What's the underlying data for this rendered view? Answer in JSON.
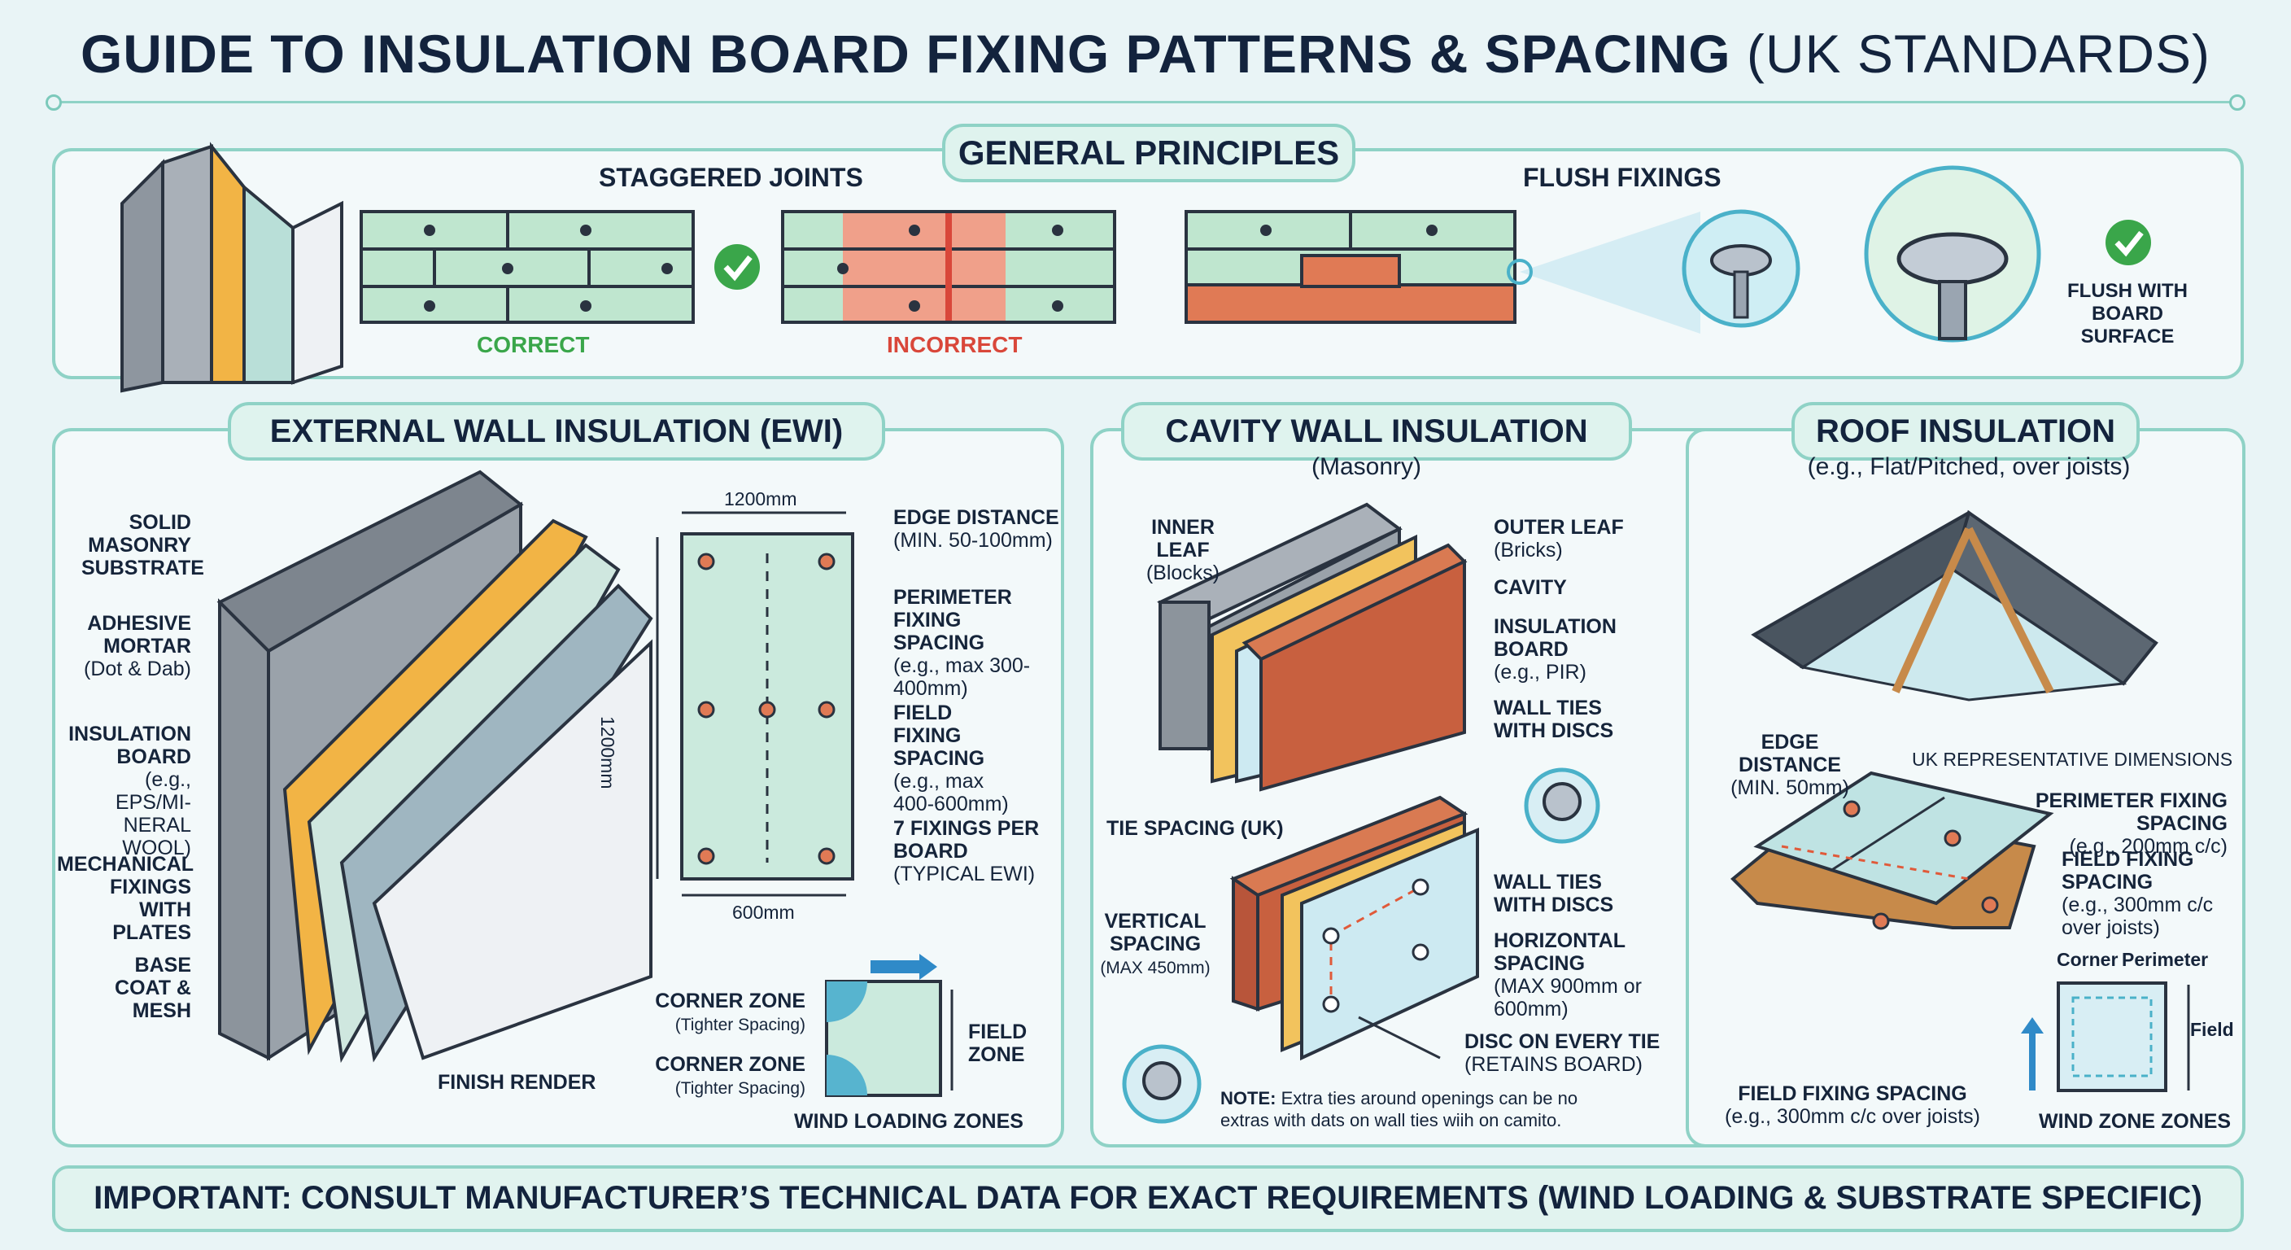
{
  "title": {
    "main": "GUIDE TO INSULATION BOARD FIXING PATTERNS & SPACING",
    "suffix": "(UK STANDARDS)"
  },
  "general": {
    "heading": "GENERAL PRINCIPLES",
    "staggered_title": "STAGGERED JOINTS",
    "correct": "CORRECT",
    "incorrect": "INCORRECT",
    "flush_title": "FLUSH FIXINGS",
    "flush_note": "FLUSH WITH BOARD SURFACE",
    "colors": {
      "correct": "#3aa64a",
      "incorrect": "#d9473a",
      "board": "#bfe6cf"
    }
  },
  "ewi": {
    "heading": "EXTERNAL WALL INSULATION (EWI)",
    "layers": [
      {
        "name": "SOLID MASONRY SUBSTRATE",
        "note": ""
      },
      {
        "name": "ADHESIVE MORTAR",
        "note": "(Dot & Dab)"
      },
      {
        "name": "INSULATION BOARD",
        "note": "(e.g., EPS/MI-NERAL WOOL)"
      },
      {
        "name": "MECHANICAL FIXINGS WITH PLATES",
        "note": ""
      },
      {
        "name": "BASE COAT & MESH",
        "note": ""
      },
      {
        "name": "FINISH RENDER",
        "note": ""
      }
    ],
    "board_width": "1200mm",
    "board_height": "1200mm",
    "half_width": "600mm",
    "callouts": [
      {
        "title": "EDGE DISTANCE",
        "note": "(MIN. 50-100mm)"
      },
      {
        "title": "PERIMETER FIXING SPACING",
        "note": "(e.g., max 300-400mm)"
      },
      {
        "title": "FIELD FIXING SPACING",
        "note": "(e.g., max 400-600mm)"
      },
      {
        "title": "7 FIXINGS PER BOARD",
        "note": "(TYPICAL EWI)"
      }
    ],
    "zones": {
      "corner1": "CORNER ZONE",
      "corner1_note": "(Tighter Spacing)",
      "corner2": "CORNER ZONE",
      "corner2_note": "(Tighter Spacing)",
      "field": "FIELD ZONE",
      "caption": "WIND LOADING ZONES"
    }
  },
  "cavity": {
    "heading": "CAVITY WALL INSULATION",
    "subheading": "(Masonry)",
    "inner_leaf": "INNER LEAF",
    "inner_note": "(Blocks)",
    "outer_leaf": "OUTER LEAF",
    "outer_note": "(Bricks)",
    "cavity": "CAVITY",
    "board": "INSULATION BOARD",
    "board_note": "(e.g., PIR)",
    "ties": "WALL TIES WITH DISCS",
    "tie_spacing": "TIE SPACING (UK)",
    "vertical": "VERTICAL SPACING",
    "vertical_note": "(MAX 450mm)",
    "ties2": "WALL TIES WITH DISCS",
    "horizontal": "HORIZONTAL SPACING",
    "horizontal_note": "(MAX 900mm or 600mm)",
    "disc": "DISC ON EVERY TIE",
    "disc_note": "(RETAINS BOARD)",
    "note_label": "NOTE:",
    "note_text": "Extra ties around openings can be no extras with dats on wall ties wiih on camito."
  },
  "roof": {
    "heading": "ROOF INSULATION",
    "subheading": "(e.g., Flat/Pitched, over joists)",
    "edge": "EDGE DISTANCE",
    "edge_note": "(MIN. 50mm)",
    "rep": "UK REPRESENTATIVE DIMENSIONS",
    "perimeter": "PERIMETER FIXING SPACING",
    "perimeter_note": "(e.g., 200mm c/c)",
    "field": "FIELD FIXING SPACING",
    "field_note": "(e.g., 300mm c/c over joists)",
    "corner": "Corner",
    "perim_short": "Perimeter",
    "field_short": "Field",
    "field2": "FIELD FIXING SPACING",
    "field2_note": "(e.g., 300mm c/c over joists)",
    "zones": "WIND ZONE ZONES"
  },
  "footer": "IMPORTANT: CONSULT MANUFACTURER’S TECHNICAL DATA FOR EXACT REQUIREMENTS (WIND LOADING & SUBSTRATE SPECIFIC)"
}
